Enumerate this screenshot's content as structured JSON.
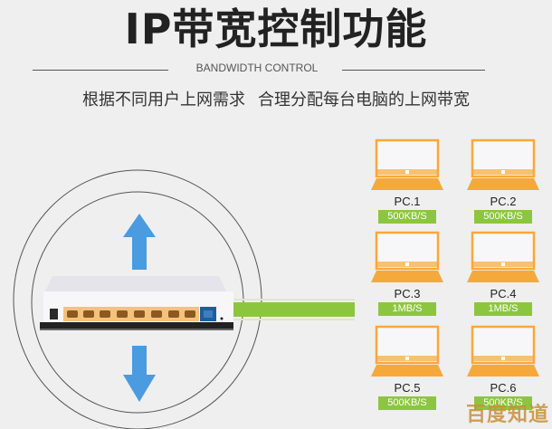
{
  "header": {
    "title": "IP带宽控制功能",
    "subtitle": "BANDWIDTH CONTROL",
    "description_part1": "根据不同用户上网需求",
    "description_part2": "合理分配每台电脑的上网带宽"
  },
  "router": {
    "icon": "router-icon",
    "lan_ports": 8,
    "wan_ports": 1,
    "arrows": [
      "arrow-up-icon",
      "arrow-down-icon"
    ]
  },
  "pcs": [
    {
      "label": "PC.1",
      "speed": "500KB/S"
    },
    {
      "label": "PC.2",
      "speed": "500KB/S"
    },
    {
      "label": "PC.3",
      "speed": "1MB/S"
    },
    {
      "label": "PC.4",
      "speed": "1MB/S"
    },
    {
      "label": "PC.5",
      "speed": "500KB/S"
    },
    {
      "label": "PC.6",
      "speed": "500KB/S"
    }
  ],
  "watermark": "百度知道",
  "colors": {
    "laptop": "#f6a93b",
    "speed_badge": "#8cc63f",
    "arrow": "#4a9be0",
    "cable": "#8cc63f"
  }
}
